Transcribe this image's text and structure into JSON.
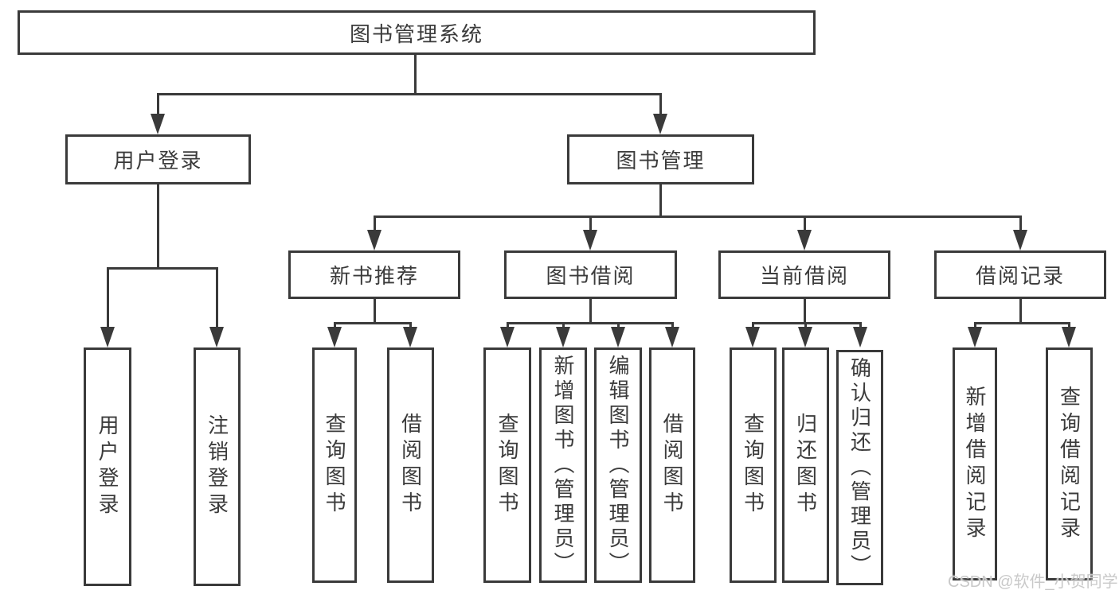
{
  "tree": {
    "id": "root",
    "label": "图书管理系统",
    "children": [
      {
        "id": "userLogin",
        "label": "用户登录",
        "children": [
          {
            "id": "leafUserLogin",
            "label": "用户登录"
          },
          {
            "id": "leafLogout",
            "label": "注销登录"
          }
        ]
      },
      {
        "id": "bookMgmt",
        "label": "图书管理",
        "children": [
          {
            "id": "newBookRec",
            "label": "新书推荐",
            "children": [
              {
                "id": "leafQueryBook1",
                "label": "查询图书"
              },
              {
                "id": "leafBorrowBook1",
                "label": "借阅图书"
              }
            ]
          },
          {
            "id": "bookBorrow",
            "label": "图书借阅",
            "children": [
              {
                "id": "leafQueryBook2",
                "label": "查询图书"
              },
              {
                "id": "leafAddBook",
                "label": "新增图书（管理员）"
              },
              {
                "id": "leafEditBook",
                "label": "编辑图书（管理员）"
              },
              {
                "id": "leafBorrowBook2",
                "label": "借阅图书"
              }
            ]
          },
          {
            "id": "currentBorrow",
            "label": "当前借阅",
            "children": [
              {
                "id": "leafQueryBook3",
                "label": "查询图书"
              },
              {
                "id": "leafReturnBook",
                "label": "归还图书"
              },
              {
                "id": "leafConfirmReturn",
                "label": "确认归还（管理员）"
              }
            ]
          },
          {
            "id": "borrowRecord",
            "label": "借阅记录",
            "children": [
              {
                "id": "leafAddRecord",
                "label": "新增借阅记录"
              },
              {
                "id": "leafQueryRecord",
                "label": "查询借阅记录"
              }
            ]
          }
        ]
      }
    ]
  },
  "watermark": {
    "text": "CSDN @软件_小贺同学"
  },
  "colors": {
    "line": "#3a3a3a",
    "text": "#3b3b3b",
    "box_background": "#ffffff",
    "page_background": "#ffffff",
    "watermark": "#c9c9c9"
  }
}
